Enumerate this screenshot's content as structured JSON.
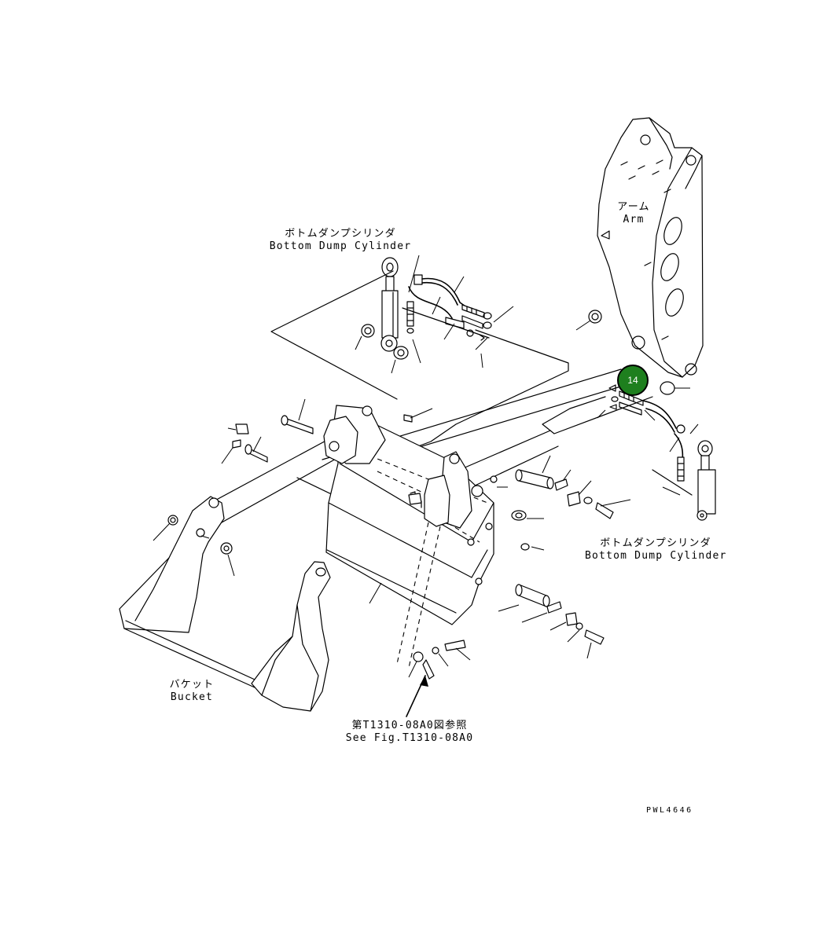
{
  "labels": {
    "arm_jp": "アーム",
    "arm_en": "Arm",
    "cyl_left_jp": "ボトムダンプシリンダ",
    "cyl_left_en": "Bottom Dump Cylinder",
    "cyl_right_jp": "ボトムダンプシリンダ",
    "cyl_right_en": "Bottom Dump Cylinder",
    "bucket_jp": "バケット",
    "bucket_en": "Bucket",
    "ref_jp": "第T1310-08A0図参照",
    "ref_en": "See Fig.T1310-08A0",
    "drawing_code": "PWL4646"
  },
  "callout": {
    "number": "14",
    "color": "#1e7f1e"
  }
}
